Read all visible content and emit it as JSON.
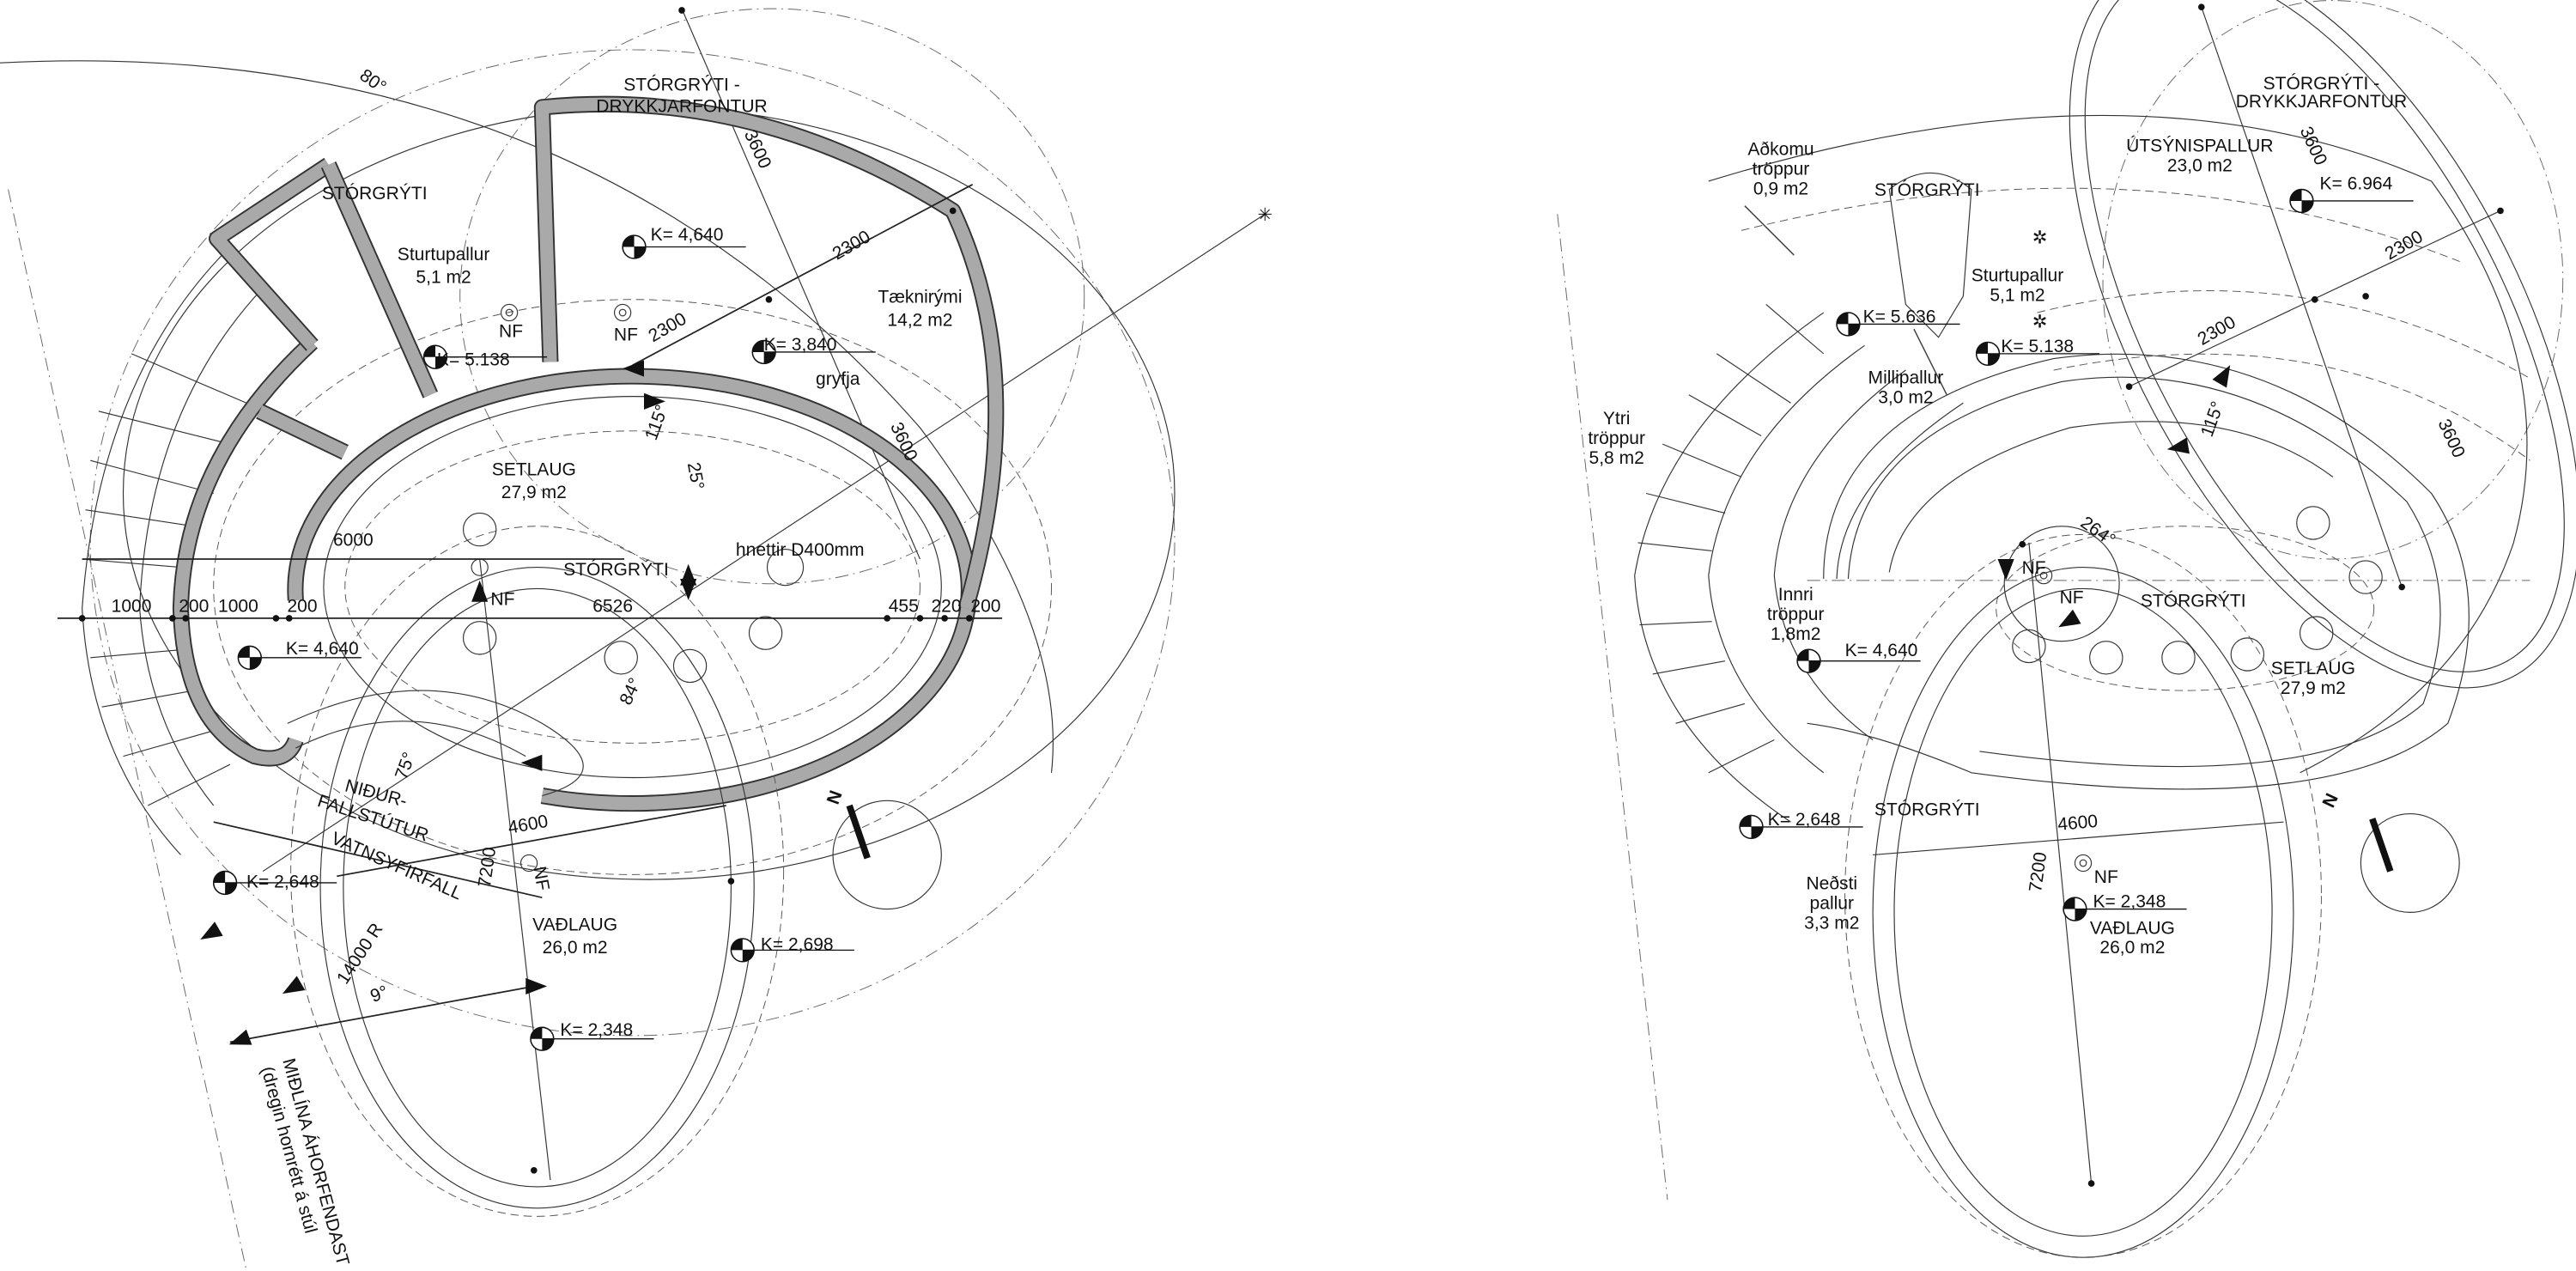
{
  "left_plan": {
    "angle_80": "80°",
    "storgryti_drykk_1": "STÓRGRÝTI -",
    "storgryti_drykk_2": "DRYKKJARFONTUR",
    "dim_3600_a": "3600",
    "dim_3600_b": "3600",
    "storgryti_top": "STÓRGRÝTI",
    "level_4640_top": "K= 4,640",
    "sturtupallur": "Sturtupallur",
    "sturtupallur_area": "5,1 m2",
    "dim_2300_a": "2300",
    "dim_2300_b": "2300",
    "taeknirymi": "Tæknirými",
    "taeknirymi_area": "14,2 m2",
    "nf_1": "NF",
    "nf_2": "NF",
    "nf_3": "NF",
    "nf_4": "NF",
    "level_5138": "K= 5.138",
    "level_3840": "K= 3,840",
    "gryfja": "gryfja",
    "angle_115": "115°",
    "setlaug": "SETLAUG",
    "setlaug_area": "27,9 m2",
    "angle_25": "25°",
    "dim_6000": "6000",
    "hnettir": "hnettir D400mm",
    "storgryti_mid": "STÓRGRÝTI",
    "dims_row": [
      "1000",
      "200",
      "1000",
      "200",
      "6526",
      "455",
      "220",
      "200"
    ],
    "level_4640_left": "K= 4,640",
    "angle_84": "84°",
    "angle_75": "75°",
    "nidur": "NIÐUR-",
    "fallstutur": "FALLSTÚTUR",
    "vatnsyfirfall": "VATNSYFIRFALL",
    "dim_4600": "4600",
    "dim_7200": "7200",
    "level_2648": "K= 2,648",
    "radius_14000": "14000 R",
    "vadlaug": "VAÐLAUG",
    "vadlaug_area": "26,0 m2",
    "level_2698": "K= 2,698",
    "angle_9": "9°",
    "level_2348": "K= 2,348",
    "midlina_1": "MIÐLÍNA ÁHORFENDAST",
    "midlina_2": "(dregin hornrétt á stúl",
    "north": "N"
  },
  "right_plan": {
    "storgryti_drykk_1": "STÓRGRÝTI -",
    "storgryti_drykk_2": "DRYKKJARFONTUR",
    "utsynispallur": "ÚTSÝNISPALLUR",
    "utsynispallur_area": "23,0 m2",
    "dim_3600_a": "3600",
    "dim_3600_b": "3600",
    "level_6964": "K= 6.964",
    "adkomu_1": "Aðkomu",
    "adkomu_2": "tröppur",
    "adkomu_area": "0,9 m2",
    "storgryti_top": "STÓRGRÝTI",
    "dim_2300_a": "2300",
    "dim_2300_b": "2300",
    "sturtupallur": "Sturtupallur",
    "sturtupallur_area": "5,1 m2",
    "level_5636": "K= 5.636",
    "level_5138": "K= 5.138",
    "millipallur": "Millipallur",
    "millipallur_area": "3,0 m2",
    "ytri_1": "Ytri",
    "ytri_2": "tröppur",
    "ytri_area": "5,8 m2",
    "angle_115": "115°",
    "angle_264": "264°",
    "nf_1": "NF",
    "nf_2": "NF",
    "nf_3": "NF",
    "storgryti_mid": "STÓRGRÝTI",
    "innri_1": "Innri",
    "innri_2": "tröppur",
    "innri_area": "1,8m2",
    "level_4640": "K= 4,640",
    "setlaug": "SETLAUG",
    "setlaug_area": "27,9 m2",
    "level_2648": "K= 2,648",
    "storgryti_low": "STÓRGRÝTI",
    "dim_4600": "4600",
    "dim_7200": "7200",
    "nedsti_1": "Neðsti",
    "nedsti_2": "pallur",
    "nedsti_area": "3,3 m2",
    "level_2348": "K= 2,348",
    "vadlaug": "VAÐLAUG",
    "vadlaug_area": "26,0 m2",
    "north": "N"
  }
}
